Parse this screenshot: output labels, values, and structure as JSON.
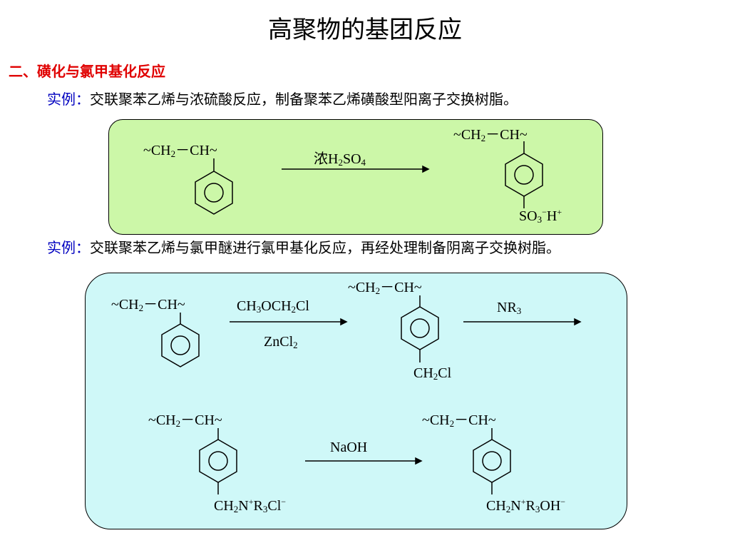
{
  "title": "高聚物的基团反应",
  "section": {
    "heading": "二、磺化与氯甲基化反应"
  },
  "example1": {
    "prefix": "实例：",
    "text": "交联聚苯乙烯与浓硫酸反应，制备聚苯乙烯磺酸型阳离子交换树脂。"
  },
  "example2": {
    "prefix": "实例：",
    "text": "交联聚苯乙烯与氯甲醚进行氯甲基化反应，再经处理制备阴离子交换树脂。"
  },
  "reaction1": {
    "reactant_chain": "~CH2－CH~",
    "reagent": "浓H2SO4",
    "product_chain": "~CH2－CH~",
    "product_group": "SO3-H+"
  },
  "reaction2": {
    "reactant_chain": "~CH2－CH~",
    "reagent_top": "CH3OCH2Cl",
    "reagent_bottom": "ZnCl2",
    "intermediate_chain": "~CH2－CH~",
    "intermediate_group": "CH2Cl",
    "reagent2": "NR3",
    "quat_chain": "~CH2－CH~",
    "quat_group": "CH2N+R3Cl-",
    "reagent3": "NaOH",
    "final_chain": "~CH2－CH~",
    "final_group": "CH2N+R3OH-"
  },
  "colors": {
    "title": "#000000",
    "heading": "#e00000",
    "example_prefix": "#0000c0",
    "box1_fill": "#ccf7a8",
    "box2_fill": "#cff8f8"
  },
  "icons": [
    "benzene-ring-icon",
    "reaction-arrow-icon"
  ]
}
